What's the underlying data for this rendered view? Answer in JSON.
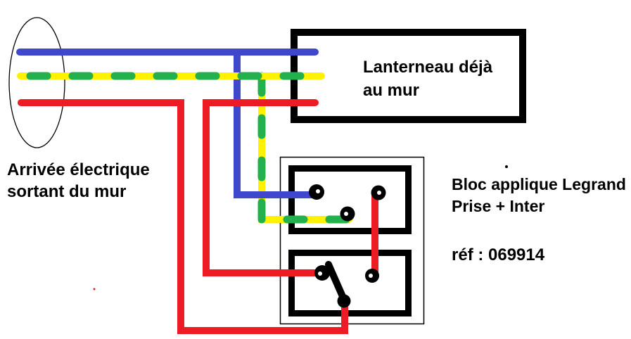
{
  "colors": {
    "blue_wire": "#3F48CC",
    "yellow_ground": "#FFF200",
    "green_ground": "#22B14C",
    "red_wire": "#ED1C24",
    "black": "#000000",
    "white": "#FFFFFF"
  },
  "labels": {
    "wall_feed": {
      "line1": "Arrivée électrique",
      "line2": "sortant du mur"
    },
    "skylight": {
      "line1": "Lanterneau déjà",
      "line2": "au mur"
    },
    "bloc": {
      "line1": "Bloc applique Legrand",
      "line2": "Prise + Inter",
      "ref": "réf : 069914"
    }
  }
}
